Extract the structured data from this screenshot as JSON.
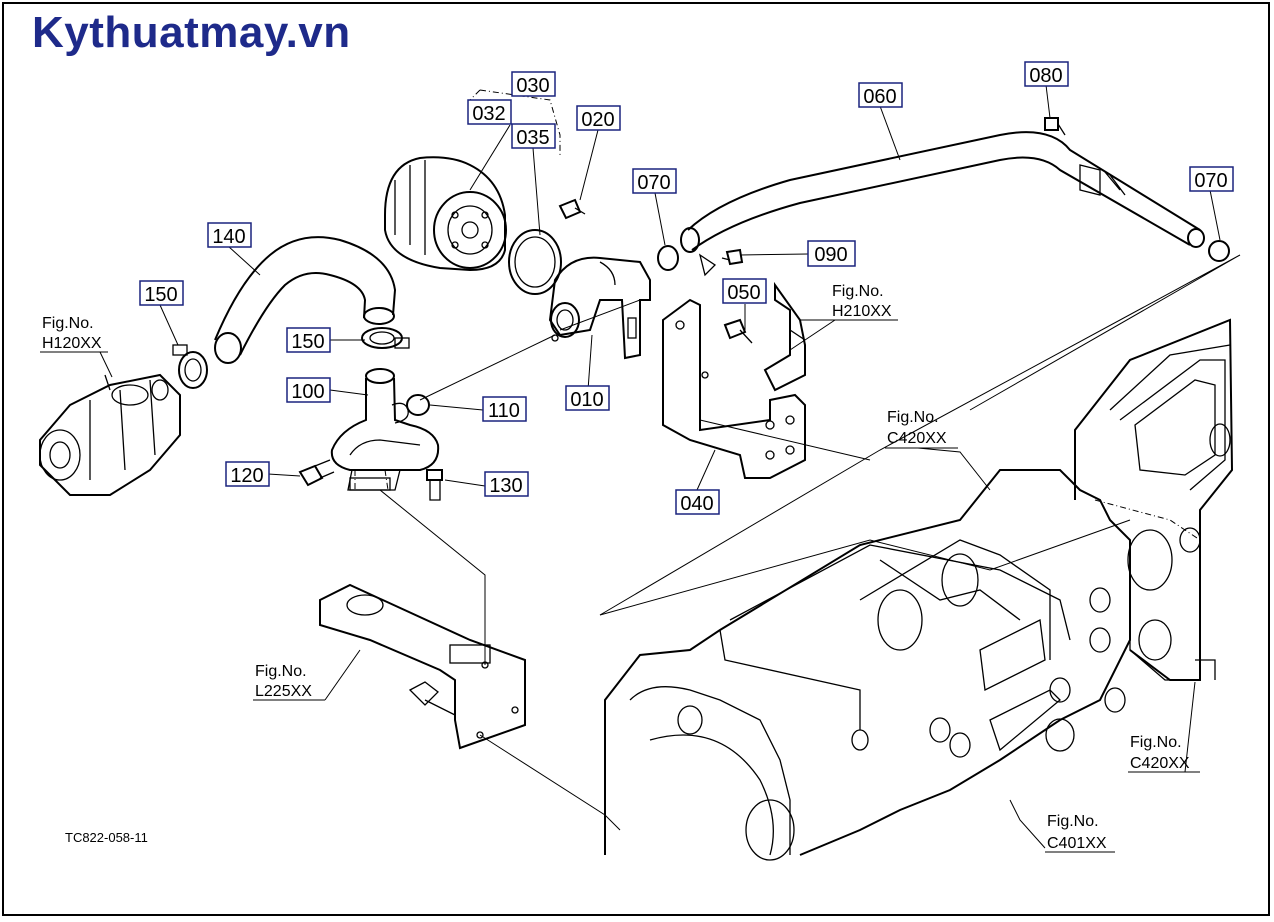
{
  "brand": "Kythuatmay.vn",
  "drawing_code": "TC822-058-11",
  "parts": {
    "p030": "030",
    "p032": "032",
    "p035": "035",
    "p020": "020",
    "p070a": "070",
    "p060": "060",
    "p080": "080",
    "p070b": "070",
    "p090": "090",
    "p140": "140",
    "p150a": "150",
    "p150b": "150",
    "p100": "100",
    "p110": "110",
    "p010": "010",
    "p050": "050",
    "p120": "120",
    "p130": "130",
    "p040": "040"
  },
  "figs": {
    "h120": {
      "title": "Fig.No.",
      "code": "H120XX"
    },
    "h210": {
      "title": "Fig.No.",
      "code": "H210XX"
    },
    "c420a": {
      "title": "Fig.No.",
      "code": "C420XX"
    },
    "l225": {
      "title": "Fig.No.",
      "code": "L225XX"
    },
    "c420b": {
      "title": "Fig.No.",
      "code": "C420XX"
    },
    "c401": {
      "title": "Fig.No.",
      "code": "C401XX"
    }
  },
  "colors": {
    "brand": "#1e2a8a",
    "label_box": "#1a237e",
    "line": "#000000"
  }
}
